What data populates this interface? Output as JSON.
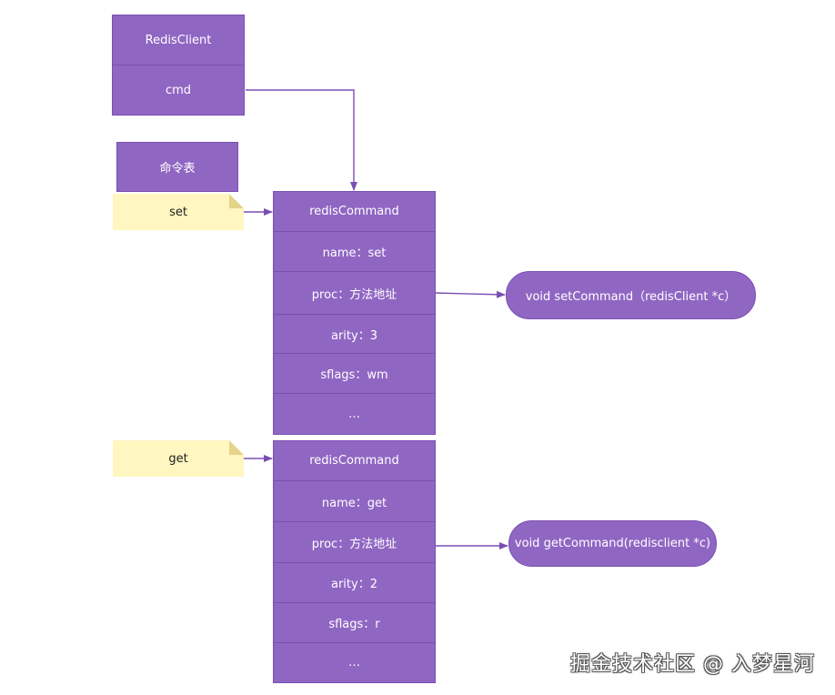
{
  "redis_client": {
    "title": "RedisClient",
    "field": "cmd"
  },
  "command_table": {
    "label": "命令表"
  },
  "set_entry": {
    "key": "set",
    "header": "redisCommand",
    "name": "name：set",
    "proc": "proc：方法地址",
    "arity": "arity：3",
    "sflags": "sflags：wm",
    "more": "…",
    "func": "void setCommand（redisClient *c）"
  },
  "get_entry": {
    "key": "get",
    "header": "redisCommand",
    "name": "name：get",
    "proc": "proc：方法地址",
    "arity": "arity：2",
    "sflags": "sflags：r",
    "more": "…",
    "func": "void getCommand(redisclient *c)"
  },
  "watermark": "掘金技术社区 @ 入梦星河",
  "colors": {
    "box_fill": "#9066c3",
    "box_border": "#7a4fb3",
    "note_fill": "#fff6c0",
    "arrow": "#7a4fb3"
  }
}
